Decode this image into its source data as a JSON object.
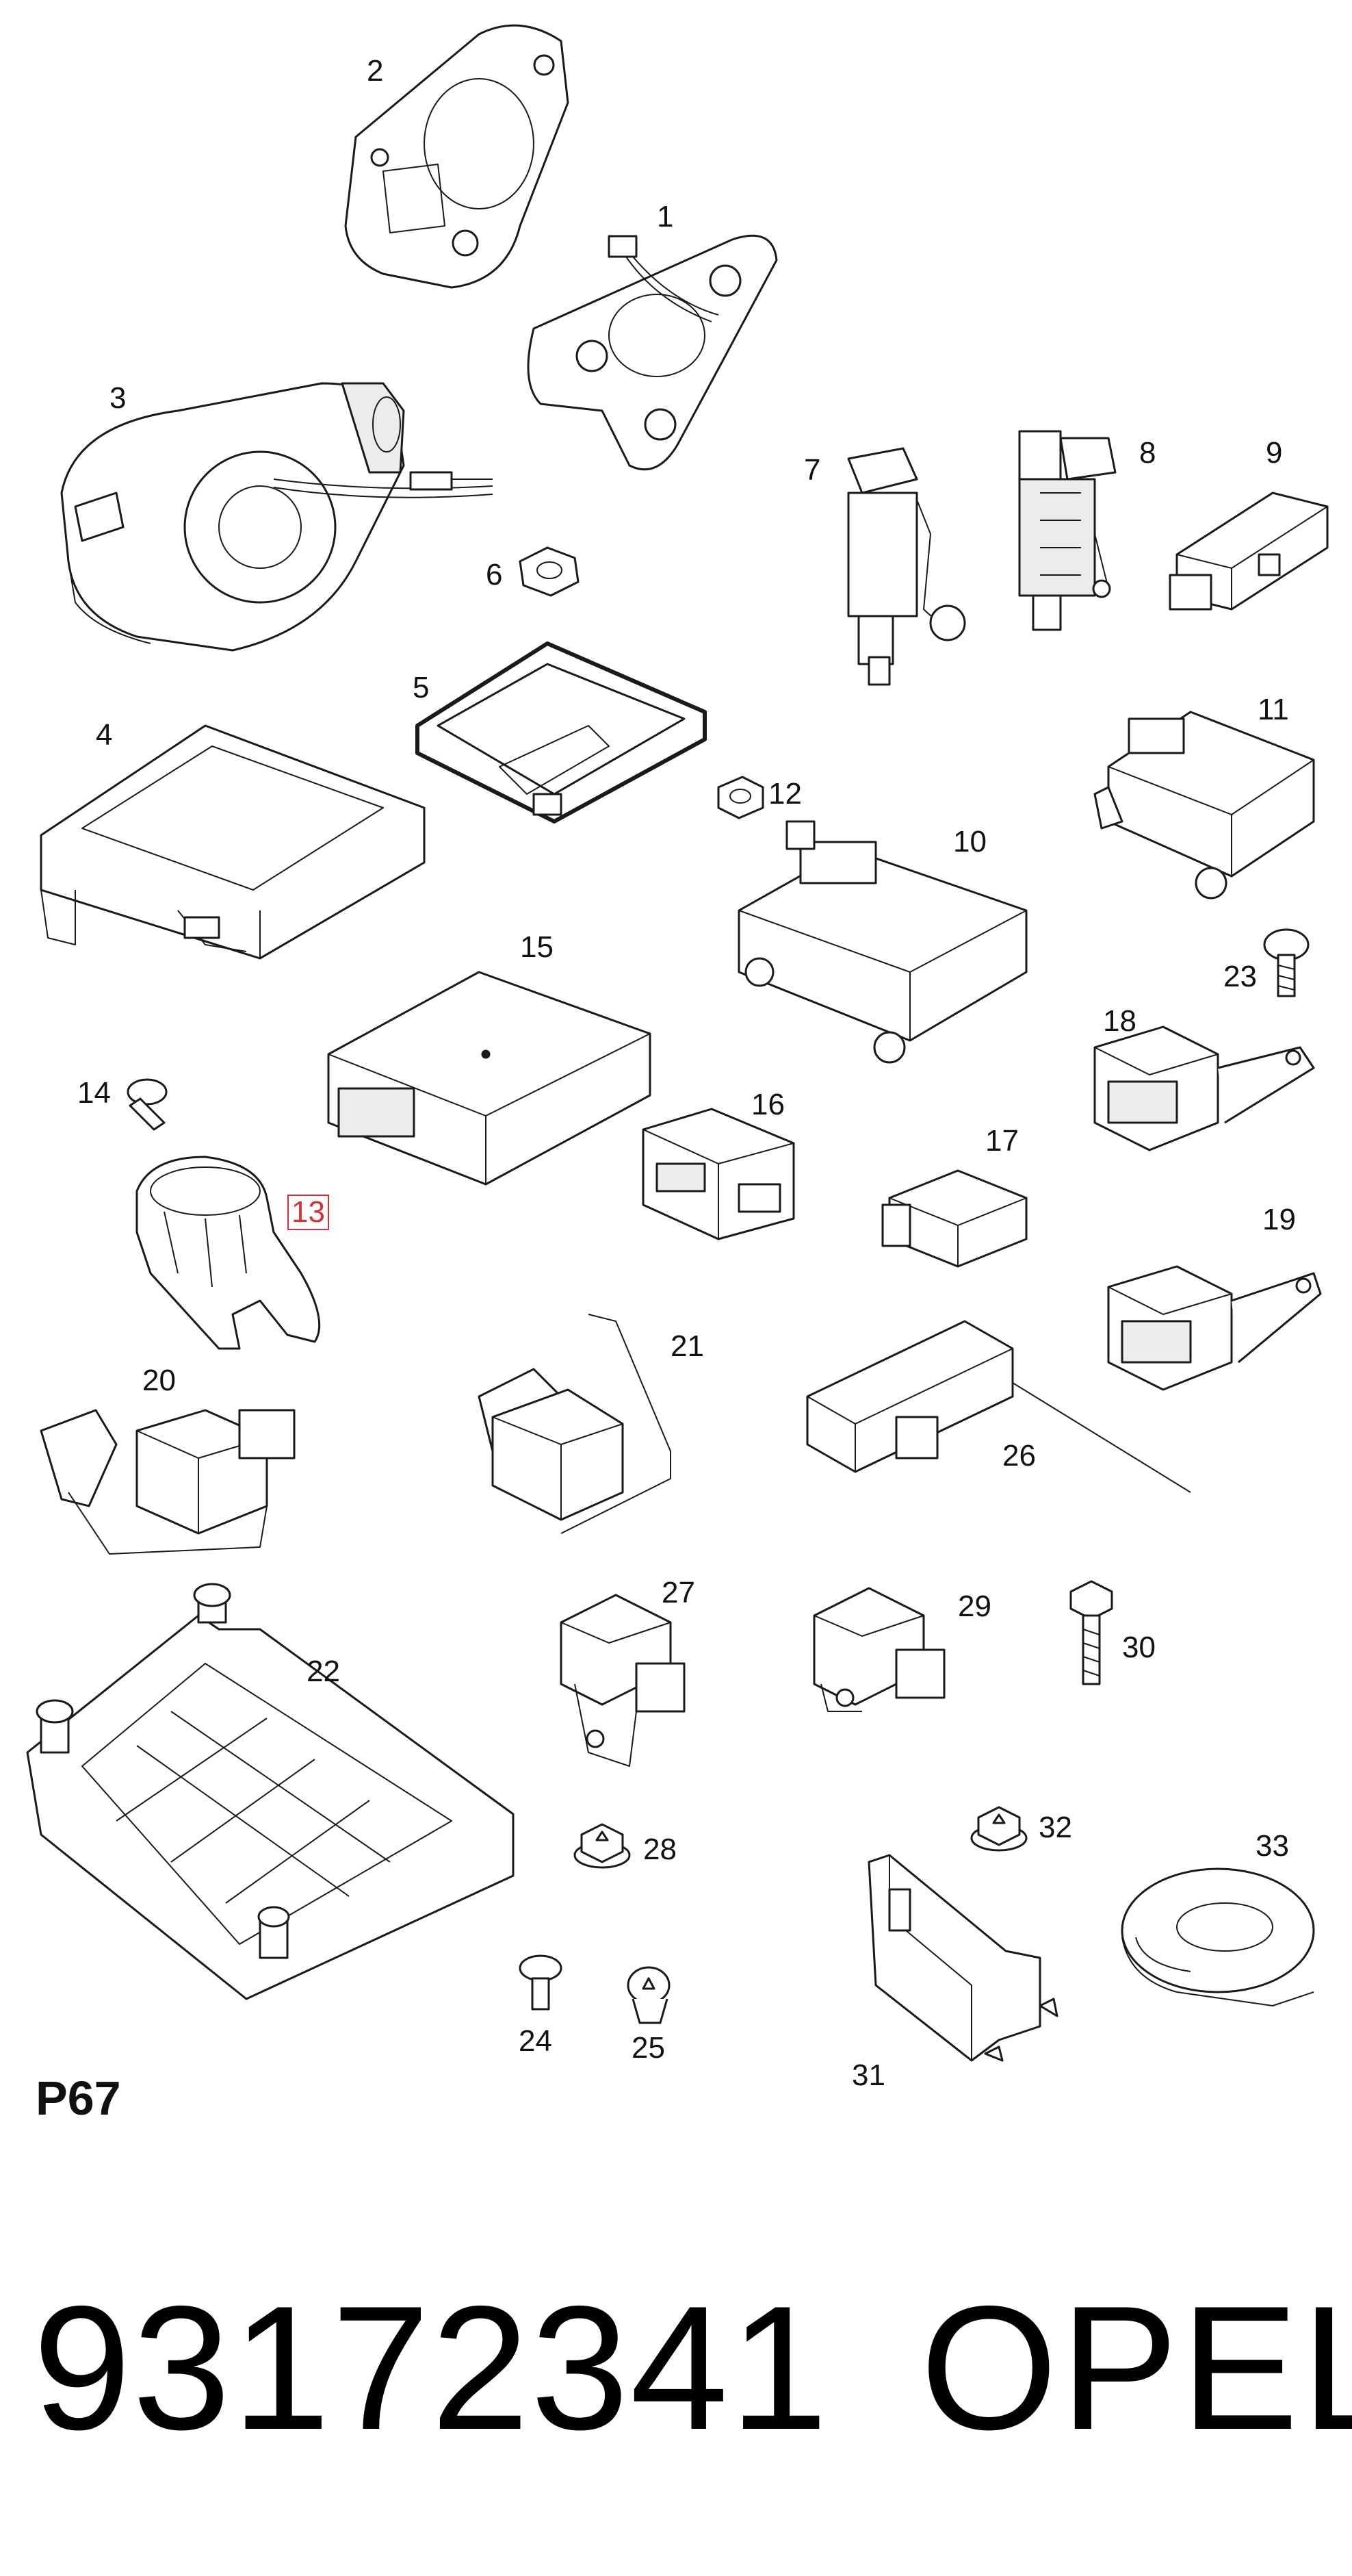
{
  "diagram": {
    "code": "P67",
    "highlighted_callout": "13",
    "callouts": [
      "1",
      "2",
      "3",
      "4",
      "5",
      "6",
      "7",
      "8",
      "9",
      "10",
      "11",
      "12",
      "13",
      "14",
      "15",
      "16",
      "17",
      "18",
      "19",
      "20",
      "21",
      "22",
      "23",
      "24",
      "25",
      "26",
      "27",
      "28",
      "29",
      "30",
      "31",
      "32",
      "33"
    ]
  },
  "footer": {
    "part_number": "93172341",
    "brand": "OPEL"
  },
  "colors": {
    "line": "#1a1a1a",
    "highlight": "#d0343a",
    "background": "#ffffff"
  }
}
